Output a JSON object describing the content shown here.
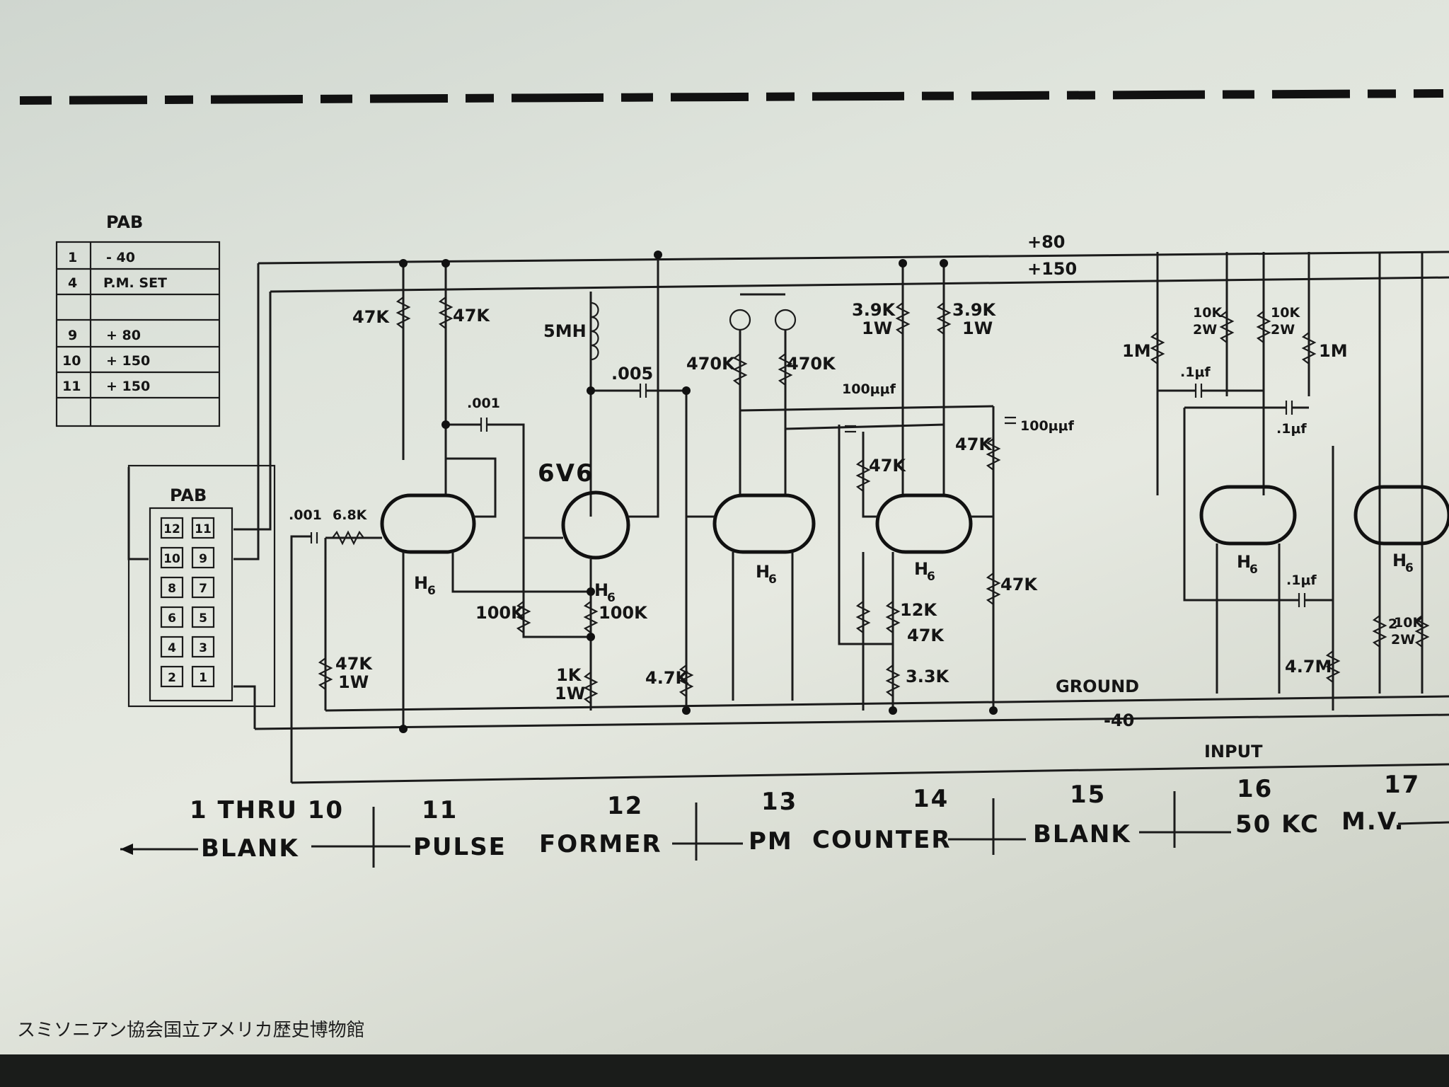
{
  "legend_table": {
    "title": "PAB",
    "rows": [
      {
        "pin": "1",
        "signal": "- 40"
      },
      {
        "pin": "4",
        "signal": "P.M. SET"
      },
      {
        "pin": "",
        "signal": ""
      },
      {
        "pin": "9",
        "signal": "+ 80"
      },
      {
        "pin": "10",
        "signal": "+ 150"
      },
      {
        "pin": "11",
        "signal": "+ 150"
      },
      {
        "pin": "",
        "signal": ""
      }
    ]
  },
  "connector": {
    "title": "PAB",
    "pins": [
      [
        "12",
        "11"
      ],
      [
        "10",
        "9"
      ],
      [
        "8",
        "7"
      ],
      [
        "6",
        "5"
      ],
      [
        "4",
        "3"
      ],
      [
        "2",
        "1"
      ]
    ]
  },
  "rails": {
    "plus80": "+80",
    "plus150": "+150",
    "ground": "GROUND",
    "minus40": "-40",
    "input": "INPUT"
  },
  "tubes": {
    "h6": "H",
    "h6_sub": "6",
    "v6v6": "6V6"
  },
  "components": {
    "r47k": "47K",
    "r47k_b": "47K",
    "l5mh": "5MH",
    "c005": ".005",
    "c001": ".001",
    "c001_in": ".001",
    "r6_8k": "6.8K",
    "r100k_a": "100K",
    "r100k_b": "100K",
    "r1k": "1K",
    "r1k_w": "1W",
    "r47k_1w": "47K",
    "r47k_1w_w": "1W",
    "r470k_a": "470K",
    "r470k_b": "470K",
    "r3_9k_a": "3.9K",
    "r3_9k_b": "3.9K",
    "w1a": "1W",
    "w1b": "1W",
    "c100uuf_a": "100μμf",
    "c100uuf_b": "100μμf",
    "r47k_c": "47K",
    "r47k_d": "47K",
    "r47k_e": "47K",
    "r4_7k": "4.7K",
    "r12k": "12K",
    "r47k_pot": "47K",
    "r3_3k": "3.3K",
    "r10k_a": "10K",
    "r10k_a_w": "2W",
    "r10k_b": "10K",
    "r10k_b_w": "2W",
    "r1m_a": "1M",
    "r1m_b": "1M",
    "c1uf_a": ".1μf",
    "c1uf_b": ".1μf",
    "c1uf_c": ".1μf",
    "r4_7m": "4.7M",
    "r2": "2",
    "r10k_c": "10K",
    "r10k_c_w": "2W"
  },
  "sections": {
    "s1_num": "1 THRU 10",
    "s1_name": "BLANK",
    "s11_num": "11",
    "s11_name": "PULSE",
    "s12_num": "12",
    "s12_name": "FORMER",
    "s13_num": "13",
    "s13_name": "PM",
    "s14_num": "14",
    "s14_name": "COUNTER",
    "s15_num": "15",
    "s15_name": "BLANK",
    "s16_num": "16",
    "s16_name": "50 KC",
    "s17_num": "17",
    "s17_name": "M.V."
  },
  "credit": "スミソニアン協会国立アメリカ歴史博物館"
}
